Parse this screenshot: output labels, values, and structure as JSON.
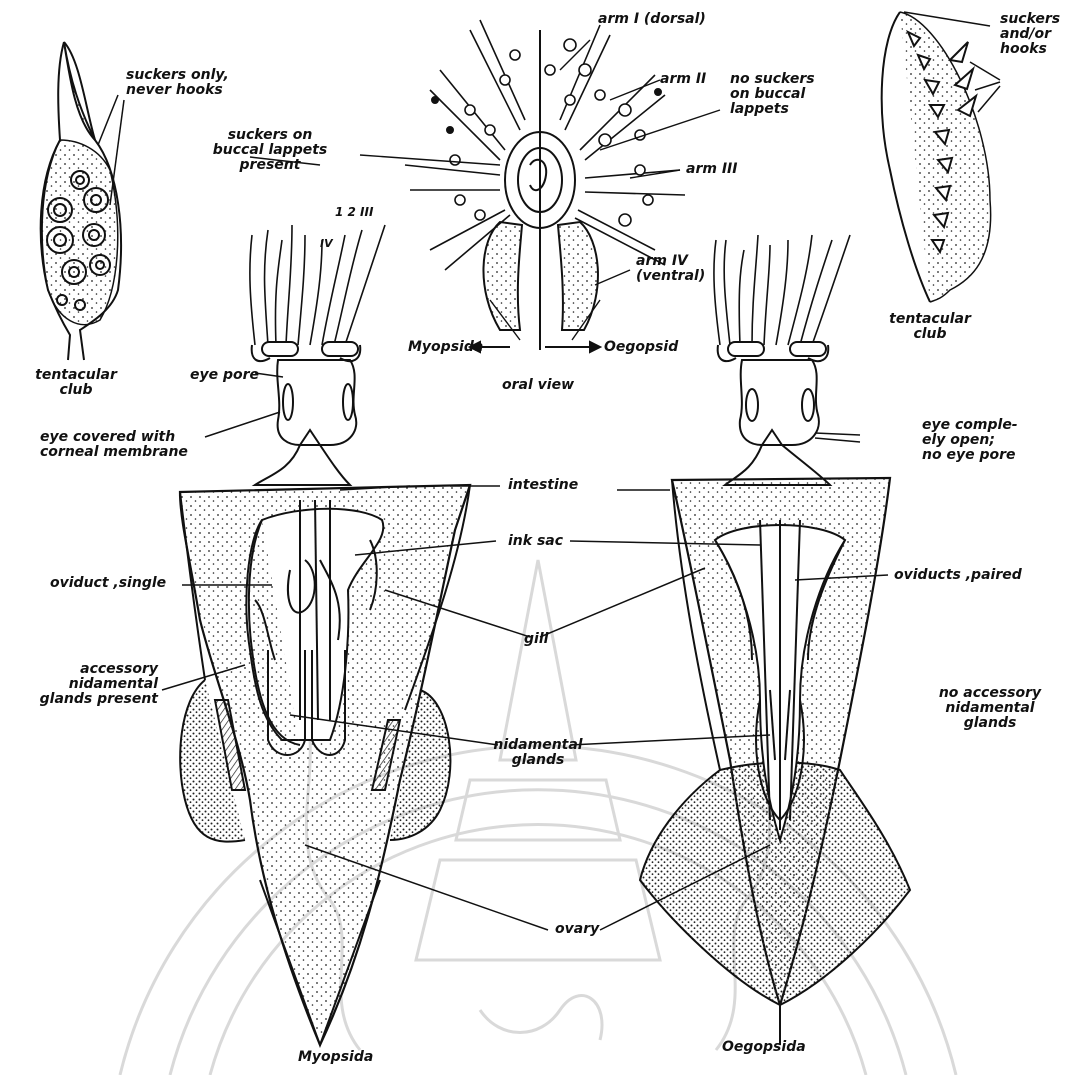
{
  "colors": {
    "ink": "#111111",
    "watermark": "#d9d9d9",
    "background": "#ffffff"
  },
  "labels": {
    "suckers_only": "suckers only,\nnever hooks",
    "suckers_buccal_present": "suckers on\nbuccal lappets\npresent",
    "arm_i": "arm I (dorsal)",
    "arm_ii": "arm II",
    "no_suckers_buccal": "no suckers\non buccal\nlappets",
    "arm_iii": "arm III",
    "arm_iv": "arm IV\n(ventral)",
    "suckers_hooks": "suckers\nand/or\nhooks",
    "tentacular_club_left": "tentacular\nclub",
    "tentacular_club_right": "tentacular\nclub",
    "arm_numbers": "1  2  III",
    "arm_iv_small": "IV",
    "myopsida_arrow": "Myopsida",
    "oegopsid_arrow": "Oegopsid",
    "oral_view": "oral view",
    "eye_pore": "eye pore",
    "eye_covered": "eye covered with\ncorneal membrane",
    "eye_completely_open": "eye comple-\nely open;\nno eye pore",
    "intestine": "intestine",
    "ink_sac": "ink sac",
    "oviduct_single": "oviduct ,single",
    "oviducts_paired": "oviducts ,paired",
    "gill": "gill",
    "accessory_present": "accessory\nnidamental\nglands present",
    "no_accessory": "no accessory\nnidamental\nglands",
    "nidamental": "nidamental\nglands",
    "ovary": "ovary",
    "myopsida_bottom": "Myopsida",
    "oegopsida_bottom": "Oegopsida"
  }
}
